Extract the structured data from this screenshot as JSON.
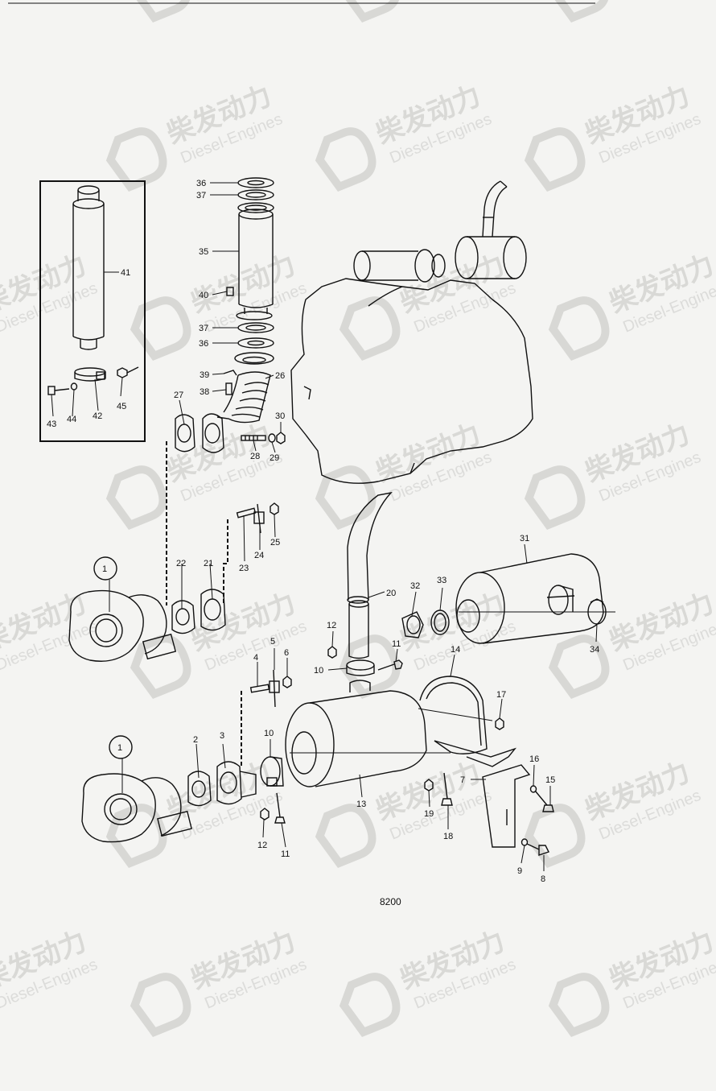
{
  "figure_number": "8200",
  "watermark": {
    "cn": "柴发动力",
    "en": "Diesel-Engines"
  },
  "callouts": {
    "c1a": "1",
    "c1b": "1",
    "c2": "2",
    "c3": "3",
    "c4": "4",
    "c5": "5",
    "c6": "6",
    "c7": "7",
    "c8": "8",
    "c9": "9",
    "c10a": "10",
    "c10b": "10",
    "c11a": "11",
    "c11b": "11",
    "c12a": "12",
    "c12b": "12",
    "c13": "13",
    "c14": "14",
    "c15": "15",
    "c16": "16",
    "c17": "17",
    "c18": "18",
    "c19": "19",
    "c20": "20",
    "c21": "21",
    "c22": "22",
    "c23": "23",
    "c24": "24",
    "c25": "25",
    "c26": "26",
    "c27": "27",
    "c28": "28",
    "c29": "29",
    "c30": "30",
    "c31": "31",
    "c32": "32",
    "c33": "33",
    "c34": "34",
    "c35": "35",
    "c36a": "36",
    "c36b": "36",
    "c37a": "37",
    "c37b": "37",
    "c38": "38",
    "c39": "39",
    "c40": "40",
    "c41": "41",
    "c42": "42",
    "c43": "43",
    "c44": "44",
    "c45": "45"
  }
}
